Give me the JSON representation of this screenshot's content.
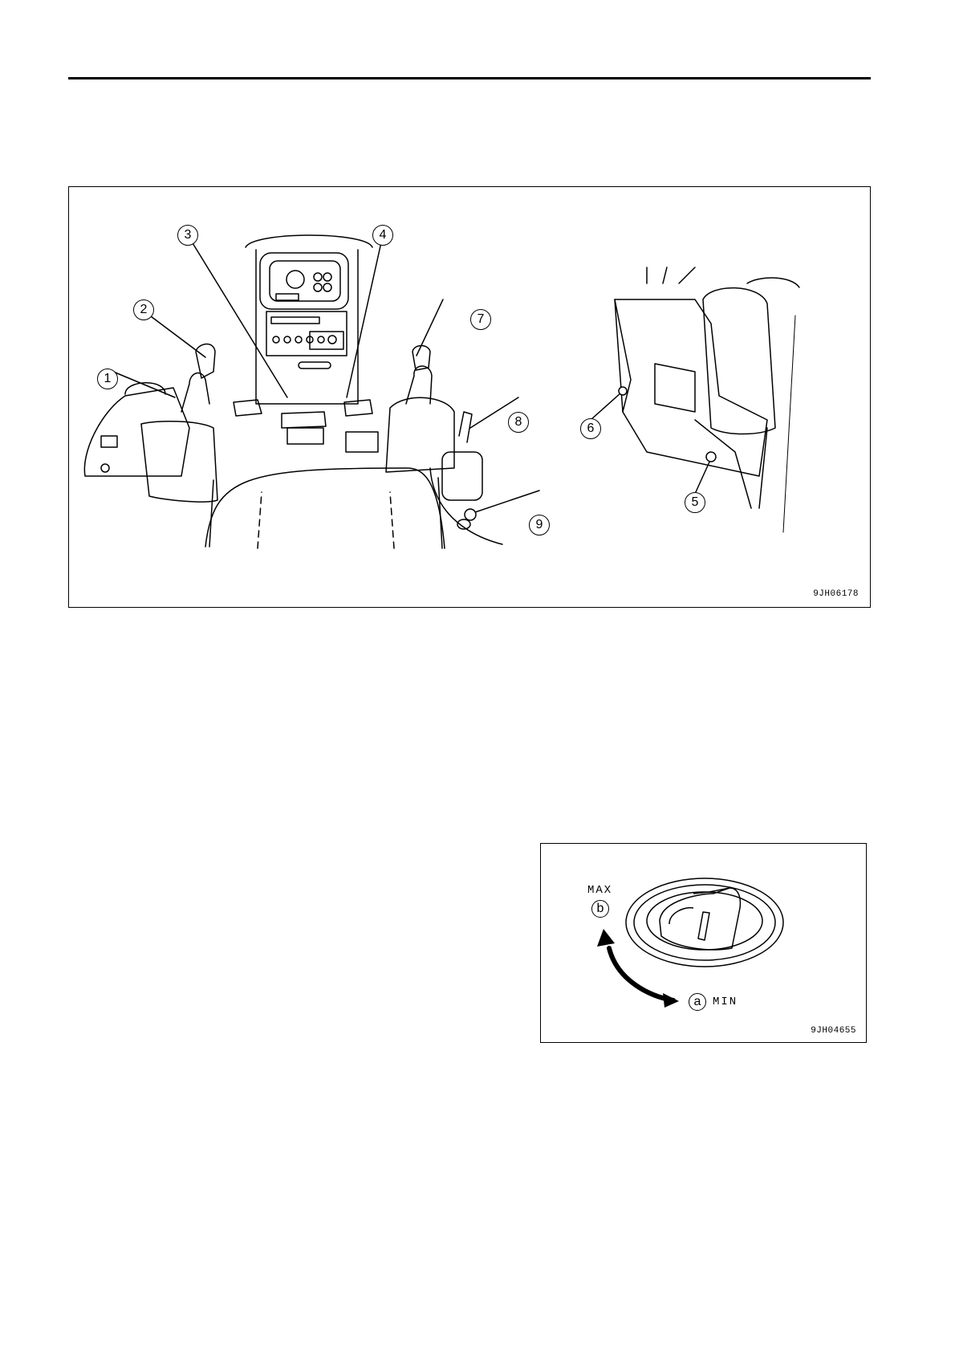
{
  "controls_figure": {
    "code": "9JH06178",
    "callouts": [
      "1",
      "2",
      "3",
      "4",
      "5",
      "6",
      "7",
      "8",
      "9"
    ]
  },
  "dial_figure": {
    "code": "9JH04655",
    "max_label": "MAX",
    "max_marker": "b",
    "min_label": "MIN",
    "min_marker": "a"
  }
}
